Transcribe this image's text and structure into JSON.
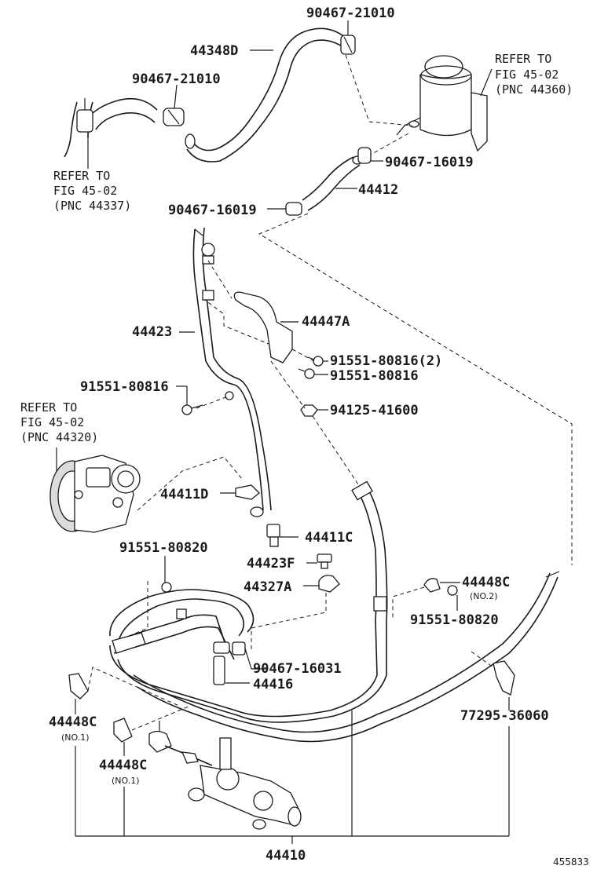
{
  "diagram_id": "455833",
  "labels": {
    "clip_top": "90467-21010",
    "hose_return": "44348D",
    "clip_left": "90467-21010",
    "refer_a_line1": "REFER TO",
    "refer_a_line2": "FIG 45-02",
    "refer_a_line3": "(PNC 44360)",
    "refer_b_line1": "REFER TO",
    "refer_b_line2": "FIG 45-02",
    "refer_b_line3": "(PNC 44337)",
    "clip_reservoir": "90467-16019",
    "hose_suction": "44412",
    "clip_suction": "90467-16019",
    "tube_pressure": "44423",
    "bracket": "44447A",
    "bolt_bracket_2": "91551-80816(2)",
    "bolt_bracket": "91551-80816",
    "bolt_tube": "91551-80816",
    "nut": "94125-41600",
    "refer_c_line1": "REFER TO",
    "refer_c_line2": "FIG 45-02",
    "refer_c_line3": "(PNC 44320)",
    "clamp_d": "44411D",
    "bolt_union": "44411C",
    "bolt_clamp": "91551-80820",
    "bolt_f": "44423F",
    "clamp_a": "44327A",
    "clamp_c_no2": "44448C",
    "note_no2": "(NO.2)",
    "bolt_clamp_right": "91551-80820",
    "clip_cooler": "90467-16031",
    "hose_cooler": "44416",
    "clamp_c_left": "44448C",
    "note_no1_left": "(NO.1)",
    "clamp_c_mid": "44448C",
    "note_no1_mid": "(NO.1)",
    "bracket_right": "77295-36060",
    "gear_assy": "44410"
  }
}
